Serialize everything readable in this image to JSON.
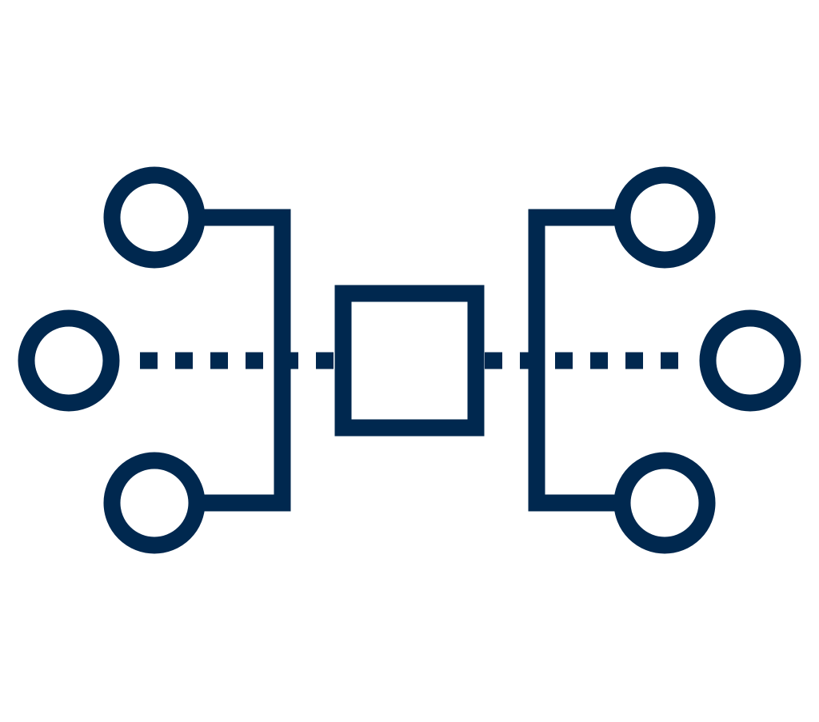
{
  "icon": {
    "name": "network-hub-icon",
    "stroke_color": "#00284f",
    "background_color": "#ffffff"
  },
  "diagram": {
    "hub": {
      "name": "central-hub-node",
      "shape": "square"
    },
    "nodes": [
      {
        "name": "node-left-top",
        "side": "left"
      },
      {
        "name": "node-left-middle",
        "side": "left"
      },
      {
        "name": "node-left-bottom",
        "side": "left"
      },
      {
        "name": "node-right-top",
        "side": "right"
      },
      {
        "name": "node-right-middle",
        "side": "right"
      },
      {
        "name": "node-right-bottom",
        "side": "right"
      }
    ],
    "connections": [
      {
        "name": "bracket-left",
        "style": "solid"
      },
      {
        "name": "bracket-right",
        "style": "solid"
      },
      {
        "name": "link-left-middle",
        "style": "dashed"
      },
      {
        "name": "link-right-middle",
        "style": "dashed"
      }
    ]
  }
}
